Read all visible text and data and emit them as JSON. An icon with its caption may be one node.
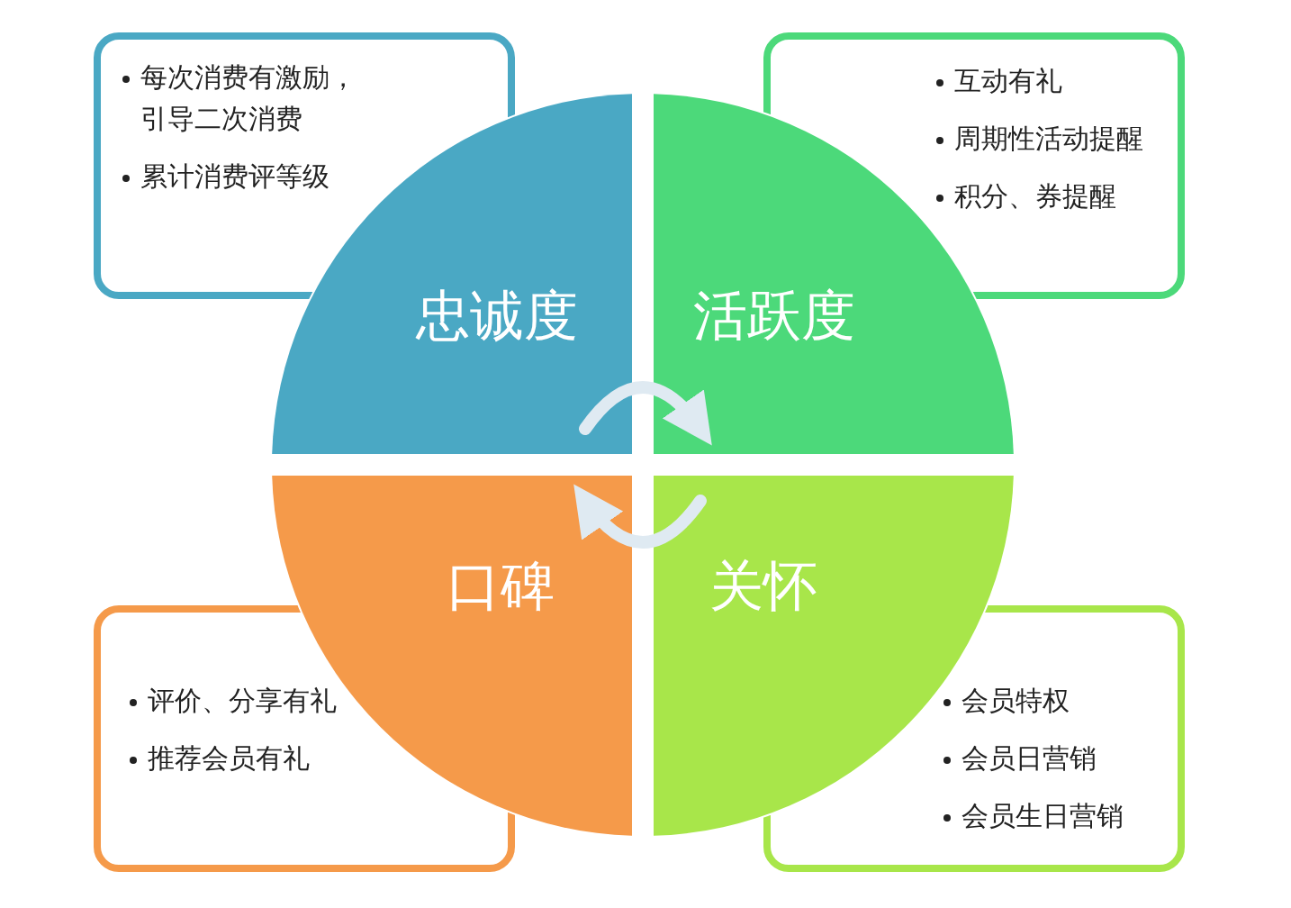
{
  "diagram": {
    "nodes": [
      {
        "text": [
          "每次消费有激励，引导二次消费",
          "累计消费评等级"
        ]
      },
      {
        "text": [
          "互动有礼",
          "周期性活动提醒",
          "积分、券提醒"
        ]
      },
      {
        "text": [
          "忠诚度"
        ]
      },
      {
        "text": [
          "活跃度"
        ]
      },
      {
        "text": [
          "口碑"
        ]
      },
      {
        "text": [
          "关怀"
        ]
      },
      {
        "text": [
          "评价、分享有礼",
          "推荐会员有礼"
        ]
      },
      {
        "text": [
          "会员特权",
          "会员日营销",
          "会员生日营销"
        ]
      }
    ],
    "edges": [
      {
        "from": 2,
        "to": 3,
        "arrow": "to"
      },
      {
        "from": 5,
        "to": 4,
        "arrow": "to"
      }
    ]
  }
}
